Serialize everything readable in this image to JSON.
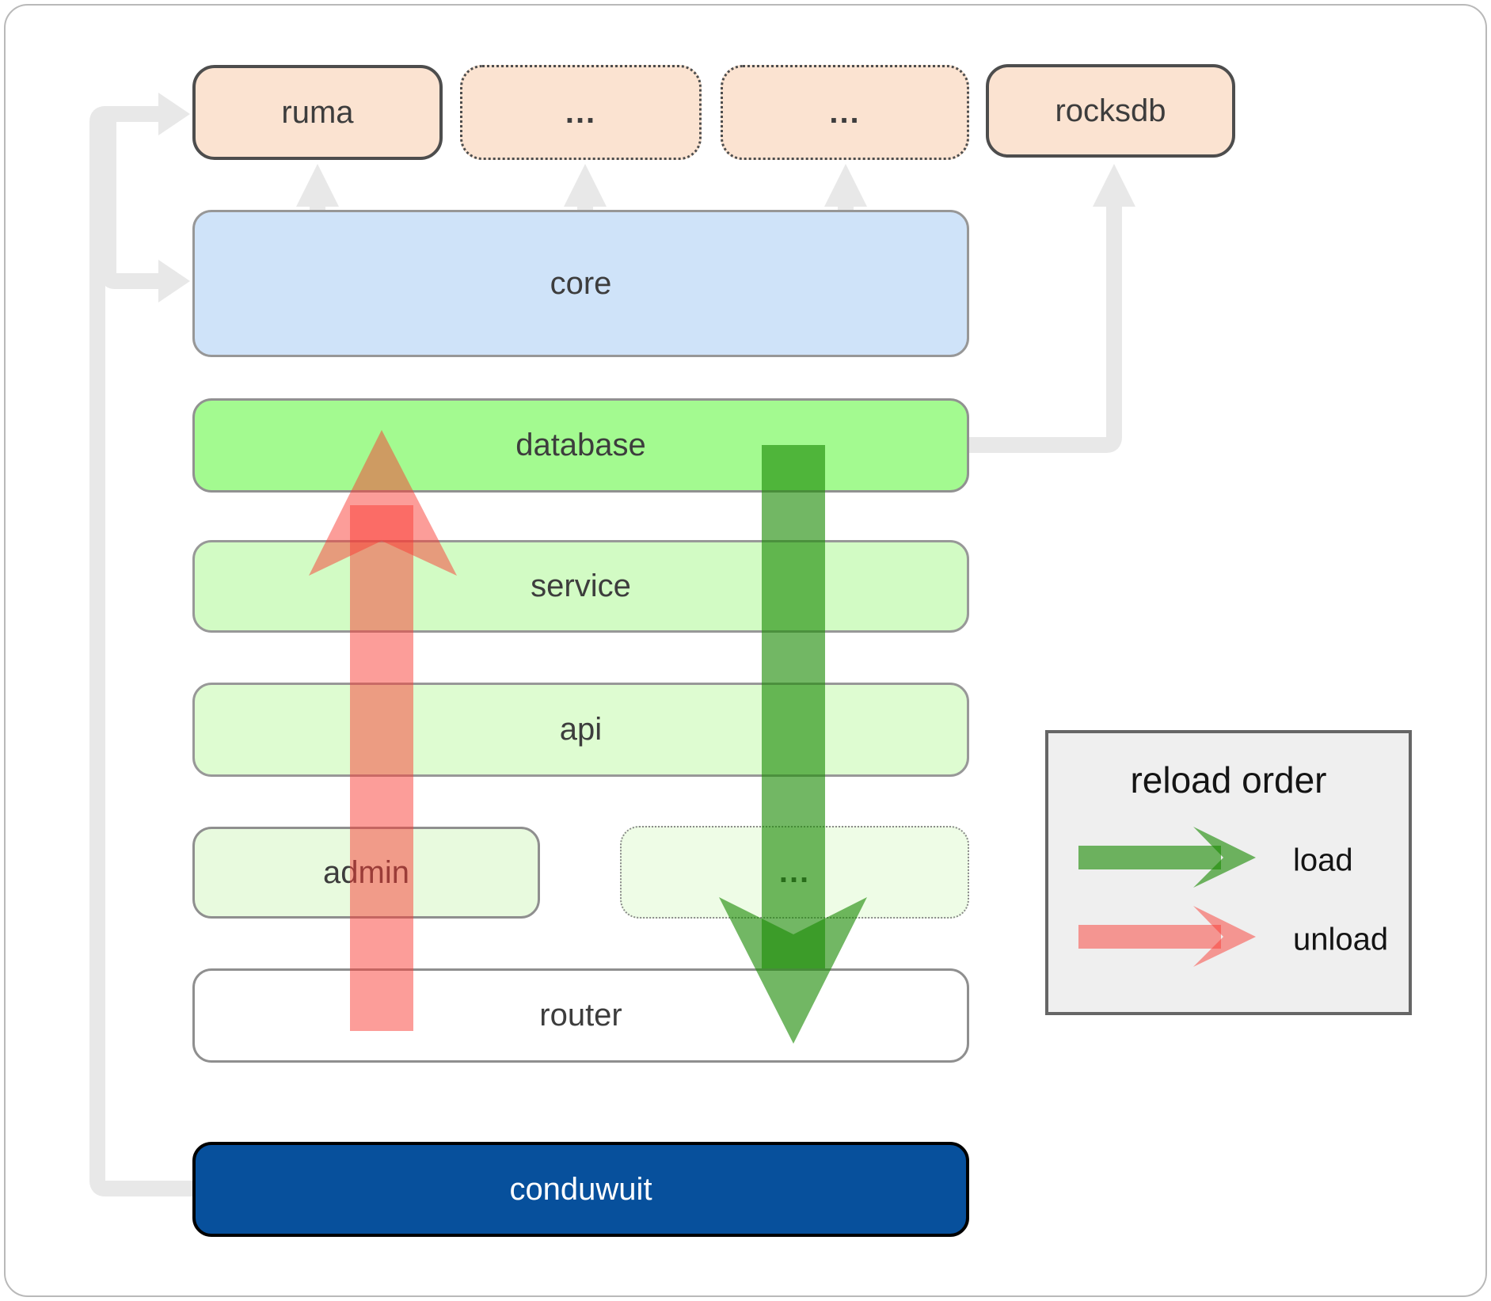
{
  "boxes": {
    "ruma": {
      "label": "ruma"
    },
    "ellipsis1": {
      "label": "..."
    },
    "ellipsis2": {
      "label": "..."
    },
    "rocksdb": {
      "label": "rocksdb"
    },
    "core": {
      "label": "core"
    },
    "database": {
      "label": "database"
    },
    "service": {
      "label": "service"
    },
    "api": {
      "label": "api"
    },
    "admin": {
      "label": "admin"
    },
    "admin_ellipsis": {
      "label": "..."
    },
    "router": {
      "label": "router"
    },
    "conduwuit": {
      "label": "conduwuit"
    }
  },
  "legend": {
    "title": "reload order",
    "items": [
      {
        "label": "load",
        "color": "#1c8a05"
      },
      {
        "label": "unload",
        "color": "#fa3b34"
      }
    ]
  },
  "colors": {
    "load_arrow_green": "#1c8a05",
    "unload_arrow_red": "#fa3b34",
    "connector_gray": "#e8e8e8",
    "peach_fill": "#fbe3d1",
    "core_fill": "#cfe3f9",
    "database_fill": "#a3fa90",
    "service_fill": "#d2fbc4",
    "api_fill": "#defcd1",
    "admin_fill": "#e8fade",
    "conduwuit_fill": "#07509c"
  }
}
